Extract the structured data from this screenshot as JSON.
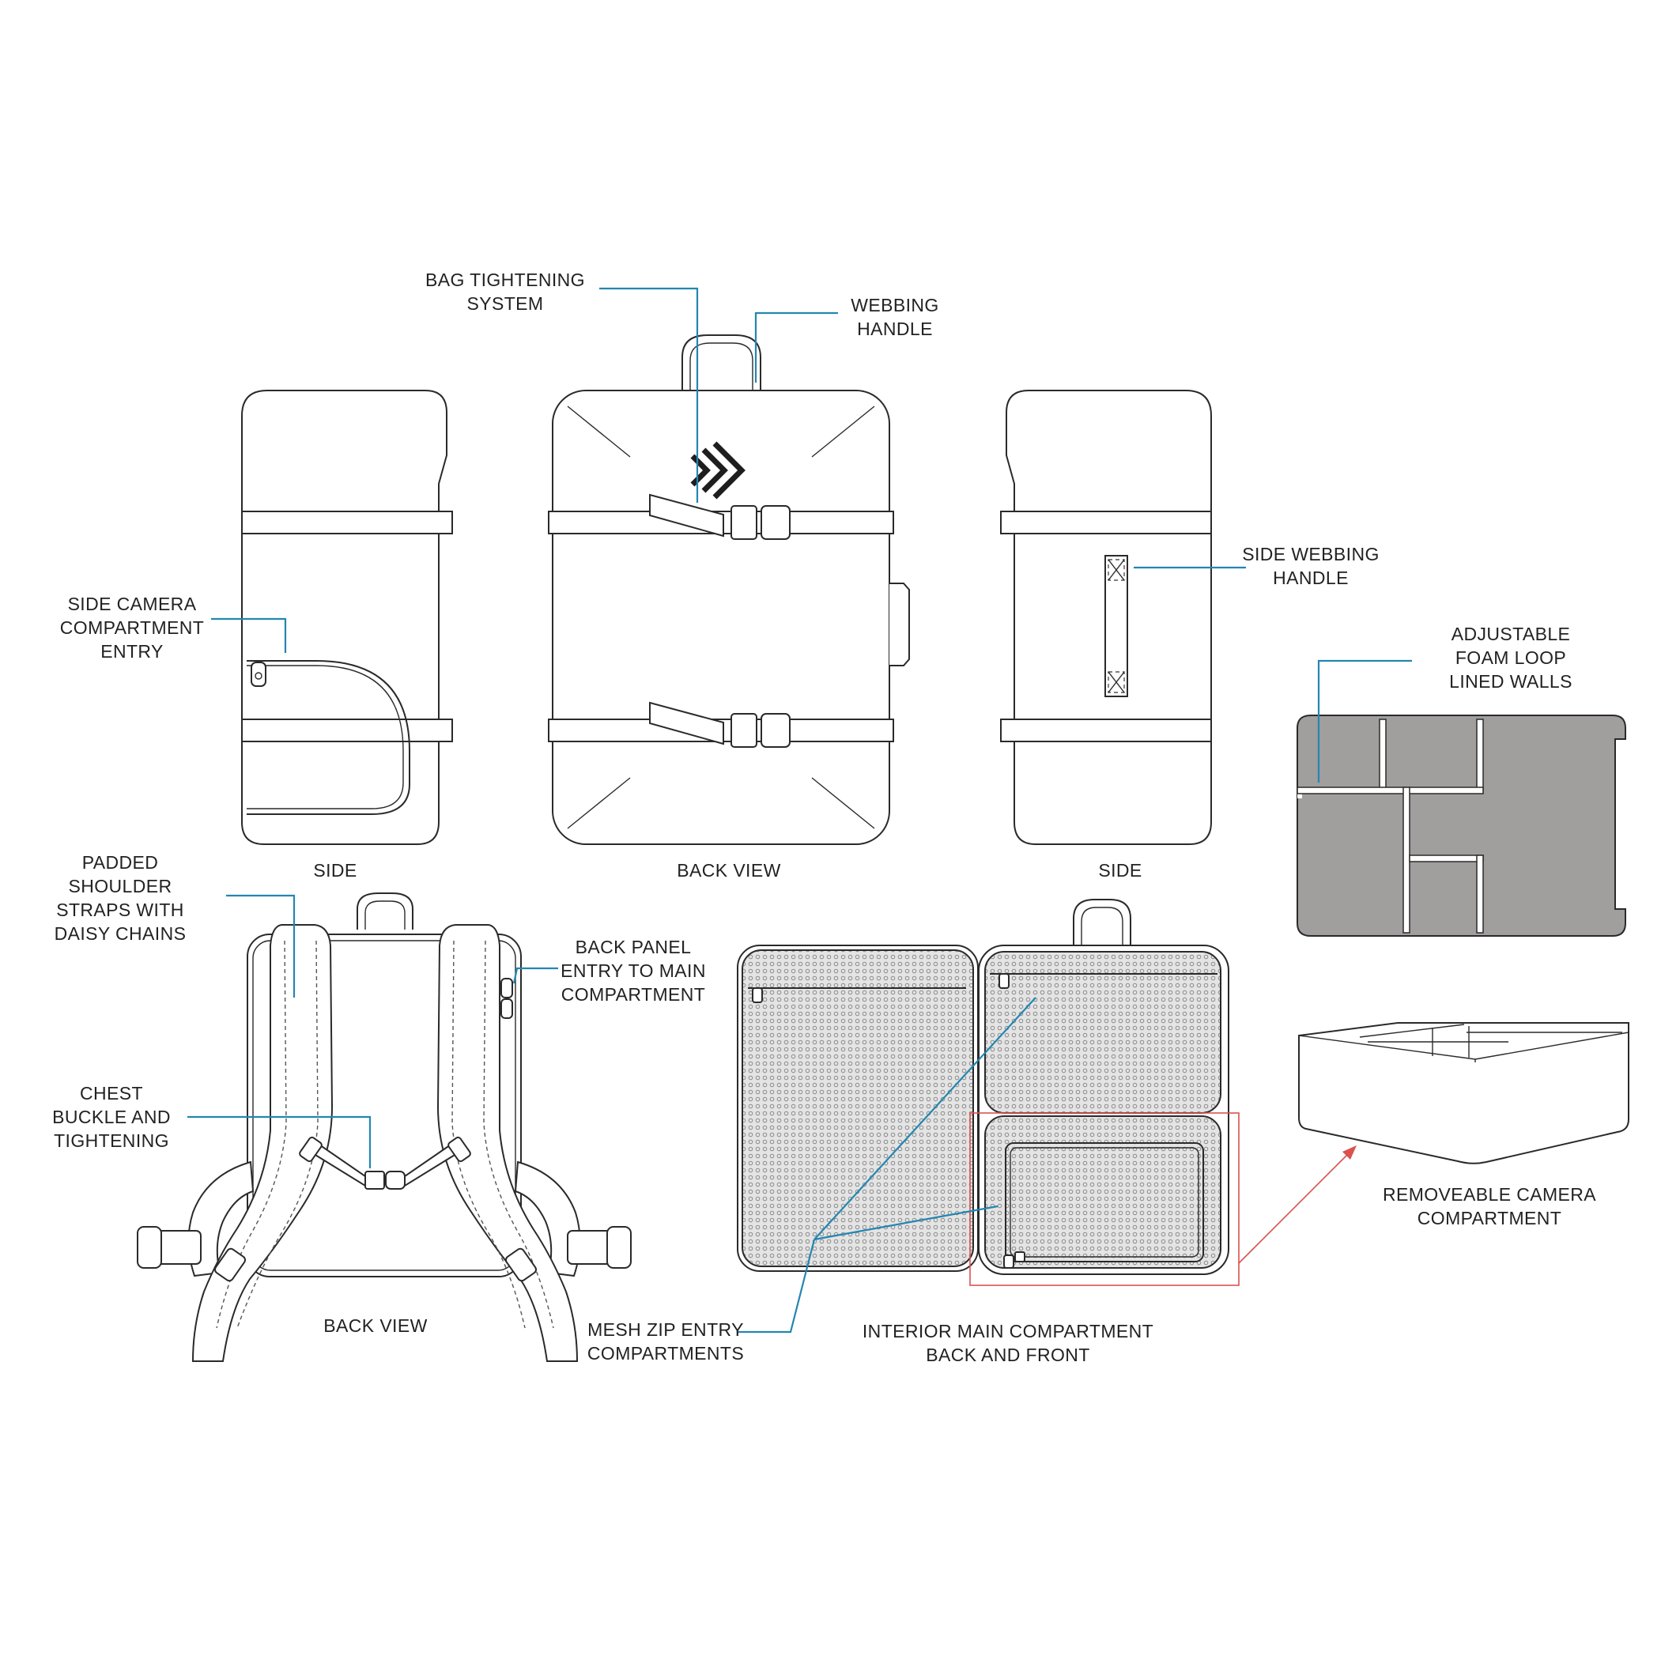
{
  "colors": {
    "callout": "#2486b0",
    "highlight": "#d9534f",
    "tray_fill": "#a19e9e",
    "tray_wall": "#ffffff",
    "line": "#2a2a2a"
  },
  "icons": [
    "brand-chevron-logo-icon",
    "zipper-pull-icon",
    "side-release-buckle-icon",
    "red-arrow-icon"
  ],
  "labels": {
    "bag_tightening": [
      "BAG TIGHTENING",
      "SYSTEM"
    ],
    "webbing_handle": [
      "WEBBING",
      "HANDLE"
    ],
    "side_camera": [
      "SIDE CAMERA",
      "COMPARTMENT",
      "ENTRY"
    ],
    "side_webbing_handle": [
      "SIDE WEBBING",
      "HANDLE"
    ],
    "adjustable_foam": [
      "ADJUSTABLE",
      "FOAM LOOP",
      "LINED WALLS"
    ],
    "padded_straps": [
      "PADDED",
      "SHOULDER",
      "STRAPS WITH",
      "DAISY CHAINS"
    ],
    "back_panel_entry": [
      "BACK PANEL",
      "ENTRY TO MAIN",
      "COMPARTMENT"
    ],
    "chest_buckle": [
      "CHEST",
      "BUCKLE AND",
      "TIGHTENING"
    ],
    "mesh_zip": [
      "MESH ZIP ENTRY",
      "COMPARTMENTS"
    ],
    "interior_main": [
      "INTERIOR MAIN COMPARTMENT",
      "BACK AND FRONT"
    ],
    "removeable_camera": [
      "REMOVEABLE CAMERA",
      "COMPARTMENT"
    ]
  },
  "captions": {
    "side_left": "SIDE",
    "back_view_top": "BACK VIEW",
    "side_right": "SIDE",
    "back_view_bottom": "BACK VIEW"
  }
}
